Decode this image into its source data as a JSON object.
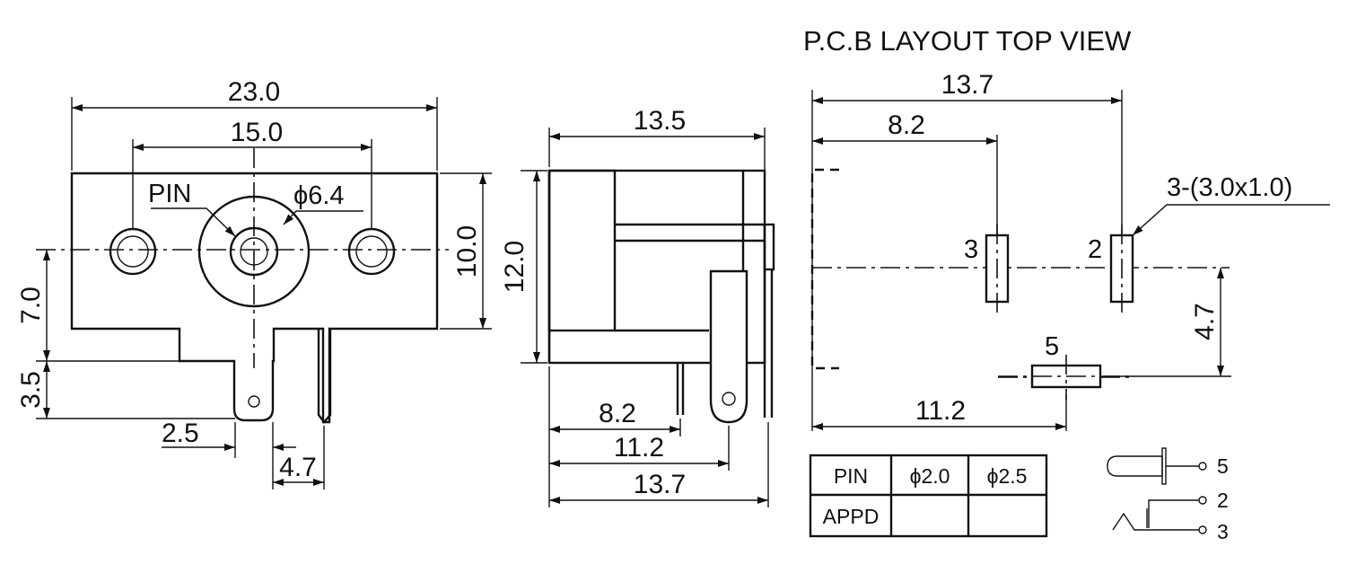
{
  "layout_title": "P.C.B LAYOUT TOP VIEW",
  "front_view": {
    "dim_total_width": "23.0",
    "dim_hole_spacing": "15.0",
    "label_pin": "PIN",
    "label_diameter": "ϕ6.4",
    "dim_height": "10.0",
    "dim_center_height": "7.0",
    "dim_pin_length": "3.5",
    "dim_pin_offset_a": "2.5",
    "dim_pin_offset_b": "4.7"
  },
  "side_view": {
    "dim_depth": "13.5",
    "dim_height": "12.0",
    "dim_pin_a": "8.2",
    "dim_pin_b": "11.2",
    "dim_pin_c": "13.7"
  },
  "pcb_layout": {
    "dim_total": "13.7",
    "dim_pad3": "8.2",
    "pad_spec": "3-(3.0x1.0)",
    "pad3_label": "3",
    "pad2_label": "2",
    "pad5_label": "5",
    "dim_pad5_offset": "4.7",
    "dim_pad5_x": "11.2"
  },
  "pin_table": {
    "headers": [
      "PIN",
      "ϕ2.0",
      "ϕ2.5"
    ],
    "row_label": "APPD",
    "cells": [
      "",
      ""
    ]
  },
  "schematic": {
    "pin5": "5",
    "pin2": "2",
    "pin3": "3"
  }
}
